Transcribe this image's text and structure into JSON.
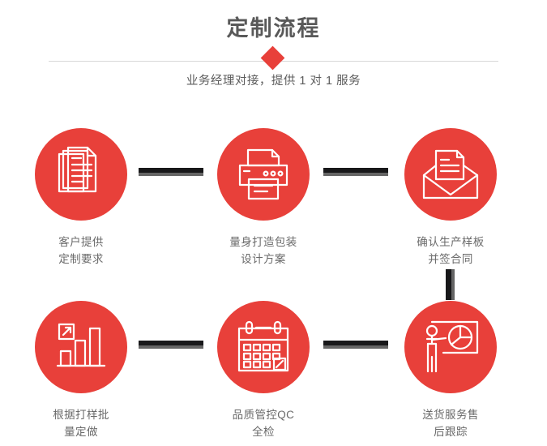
{
  "header": {
    "title": "定制流程",
    "subtitle": "业务经理对接，提供 1 对 1 服务",
    "divider_icon": "red-diamond"
  },
  "colors": {
    "accent_red": "#e8403a",
    "title_gray": "#595959",
    "label_gray": "#6a6a6a",
    "connector_dark": "#18181a",
    "connector_shadow": "#656565",
    "divider_line": "#d8d8d8",
    "background": "#ffffff"
  },
  "flow": {
    "steps": [
      {
        "index": 1,
        "icon": "documents-stack-icon",
        "label": "客户提供\n定制要求"
      },
      {
        "index": 2,
        "icon": "printer-icon",
        "label": "量身打造包装\n设计方案"
      },
      {
        "index": 3,
        "icon": "envelope-letter-icon",
        "label": "确认生产样板\n并签合同"
      },
      {
        "index": 4,
        "icon": "bar-chart-growth-icon",
        "label": "根据打样批\n量定做"
      },
      {
        "index": 5,
        "icon": "calendar-check-icon",
        "label": "品质管控QC\n全检"
      },
      {
        "index": 6,
        "icon": "presenter-pie-chart-icon",
        "label": "送货服务售\n后跟踪"
      }
    ],
    "connectors": [
      {
        "id": "c1",
        "orientation": "horizontal",
        "from": 1,
        "to": 2
      },
      {
        "id": "c2",
        "orientation": "horizontal",
        "from": 2,
        "to": 3
      },
      {
        "id": "c3",
        "orientation": "vertical",
        "from": 3,
        "to": 6
      },
      {
        "id": "c4",
        "orientation": "horizontal",
        "from": 4,
        "to": 5
      },
      {
        "id": "c5",
        "orientation": "horizontal",
        "from": 5,
        "to": 6
      }
    ]
  }
}
